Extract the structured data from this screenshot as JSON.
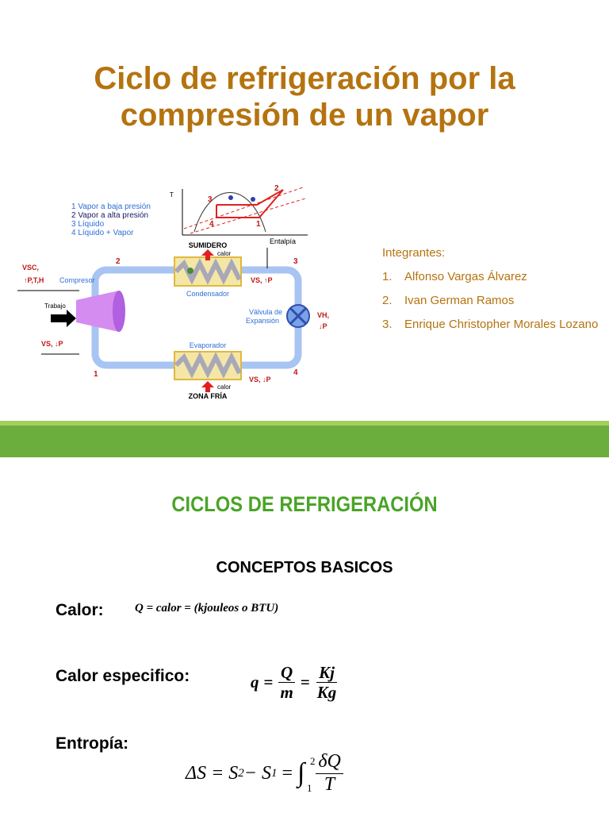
{
  "slide1": {
    "title_line1": "Ciclo de refrigeración por la",
    "title_line2": "compresión de un vapor",
    "diagram": {
      "legend": [
        "1 Vapor a baja presión",
        "2 Vapor a alta presión",
        "3 Líquido",
        "4 Líquido + Vapor"
      ],
      "ts_axis_t": "T",
      "ts_axis_x": "Entalpía",
      "ts_points": [
        "3",
        "2",
        "4",
        "1"
      ],
      "sumidero": "SUMIDERO",
      "calor_top": "calor",
      "condensador": "Condensador",
      "evaporador": "Evaporador",
      "calor_bottom": "calor",
      "zona_fria": "ZONA FRÍA",
      "compresor": "Compresor",
      "trabajo": "Trabajo",
      "valvula_line1": "Válvula de",
      "valvula_line2": "Expansión",
      "vsc": "VSC,",
      "vsc_sub": "↑P,T,H",
      "vs_up": "VS, ↑P",
      "vh": "VH,",
      "vh_sub": "↓P",
      "vs_down_left": "VS, ↓P",
      "vs_down_right": "VS, ↓P",
      "node1": "1",
      "node2": "2",
      "node3": "3",
      "node4": "4"
    },
    "members_header": "Integrantes:",
    "members": [
      {
        "num": "1.",
        "name": "Alfonso Vargas Álvarez"
      },
      {
        "num": "2.",
        "name": "Ivan German Ramos"
      },
      {
        "num": "3.",
        "name": "Enrique Christopher Morales Lozano"
      }
    ]
  },
  "slide2": {
    "title": "CICLOS DE REFRIGERACIÓN",
    "subtitle": "CONCEPTOS BASICOS",
    "calor_label": "Calor:",
    "calor_formula": "Q = calor = (kjouleos o BTU)",
    "cesp_label": "Calor especifico:",
    "cesp_q": "q",
    "cesp_Q": "Q",
    "cesp_m": "m",
    "cesp_Kj": "Kj",
    "cesp_Kg": "Kg",
    "entropia_label": "Entropía:",
    "entropia_lhs": "ΔS = S",
    "entropia_sub2": "2",
    "entropia_mid": " − S",
    "entropia_sub1": "1",
    "entropia_eq": " = ",
    "int_upper": "2",
    "int_lower": "1",
    "int_num": "δQ",
    "int_den": "T"
  },
  "colors": {
    "title": "#b5730f",
    "green_title": "#4aa427",
    "bar": "#6cae3e",
    "pipe": "#a7c4f2",
    "legend_blue": "#2f6fd6",
    "red": "#e02020"
  }
}
